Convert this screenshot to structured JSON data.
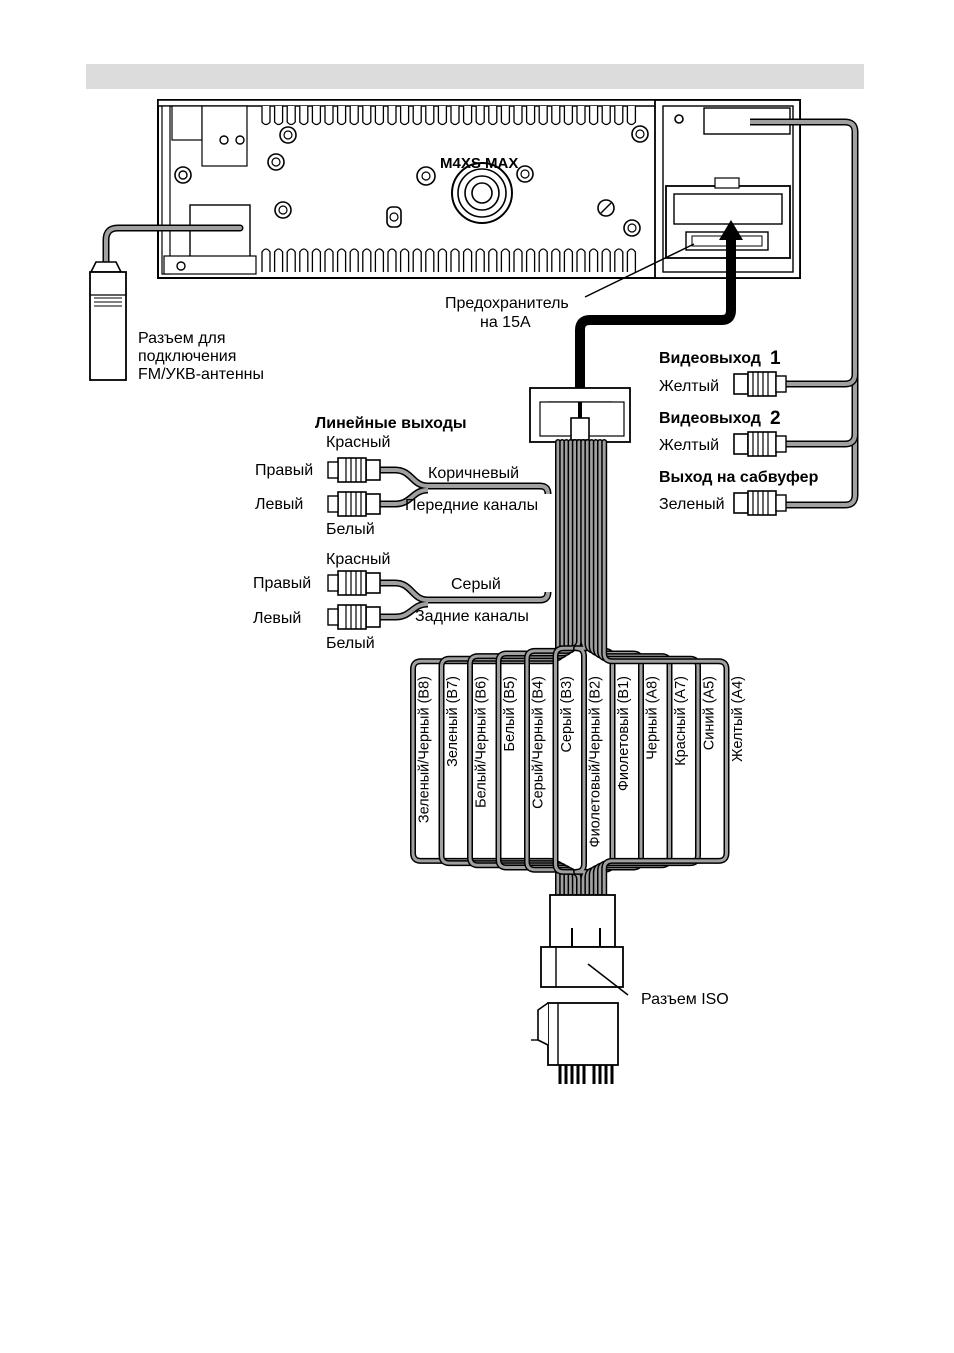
{
  "header_bar": {
    "color": "#dcdcdc"
  },
  "head_unit": {
    "model": "M4XS MAX"
  },
  "antenna": {
    "label_lines": [
      "Разъем для",
      "подключения",
      "FM/УКВ-антенны"
    ]
  },
  "fuse": {
    "label_lines": [
      "Предохранитель",
      "на 15А"
    ]
  },
  "video_outputs": [
    {
      "title": "Видеовыход",
      "number": "1",
      "color_label": "Желтый"
    },
    {
      "title": "Видеовыход",
      "number": "2",
      "color_label": "Желтый"
    }
  ],
  "subwoofer": {
    "title": "Выход на сабвуфер",
    "color_label": "Зеленый"
  },
  "line_outputs": {
    "title": "Линейные выходы",
    "front": {
      "right_label": "Правый",
      "left_label": "Левый",
      "top_color": "Красный",
      "bottom_color": "Белый",
      "wire_color": "Коричневый",
      "channel": "Передние каналы"
    },
    "rear": {
      "right_label": "Правый",
      "left_label": "Левый",
      "top_color": "Красный",
      "bottom_color": "Белый",
      "wire_color": "Серый",
      "channel": "Задние каналы"
    }
  },
  "harness_wires": [
    "Зеленый/Черный (В8)",
    "Зеленый (В7)",
    "Белый/Черный (В6)",
    "Белый (В5)",
    "Серый/Черный (В4)",
    "Серый (В3)",
    "Фиолетовый/Черный (В2)",
    "Фиолетовый (В1)",
    "Черный (А8)",
    "Красный (А7)",
    "Синий (А5)",
    "Желтый (А4)"
  ],
  "iso": {
    "label": "Разъем ISO"
  }
}
